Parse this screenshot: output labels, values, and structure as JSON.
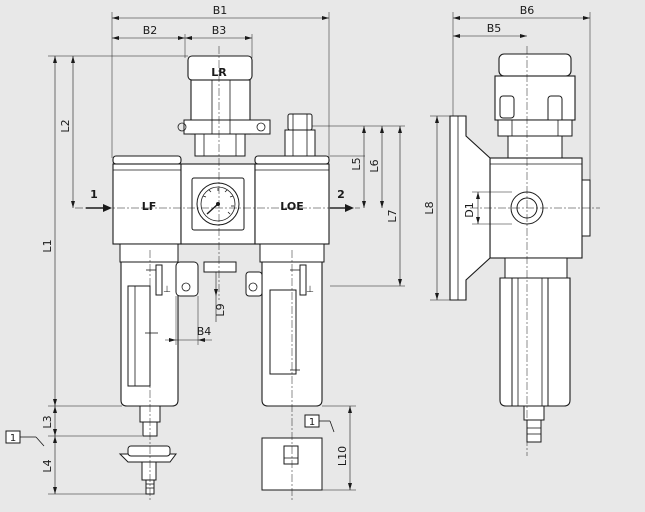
{
  "diagram": {
    "blocks": {
      "regulator": "LR",
      "filter": "LF",
      "lubricator": "LOE"
    },
    "ports": {
      "inlet": "1",
      "outlet": "2"
    },
    "dimensions": {
      "B1": "B1",
      "B2": "B2",
      "B3": "B3",
      "B4": "B4",
      "B5": "B5",
      "B6": "B6",
      "L1": "L1",
      "L2": "L2",
      "L3": "L3",
      "L4": "L4",
      "L5": "L5",
      "L6": "L6",
      "L7": "L7",
      "L8": "L8",
      "L9": "L9",
      "L10": "L10",
      "D1": "D1"
    },
    "callouts": [
      "1",
      "1"
    ]
  }
}
